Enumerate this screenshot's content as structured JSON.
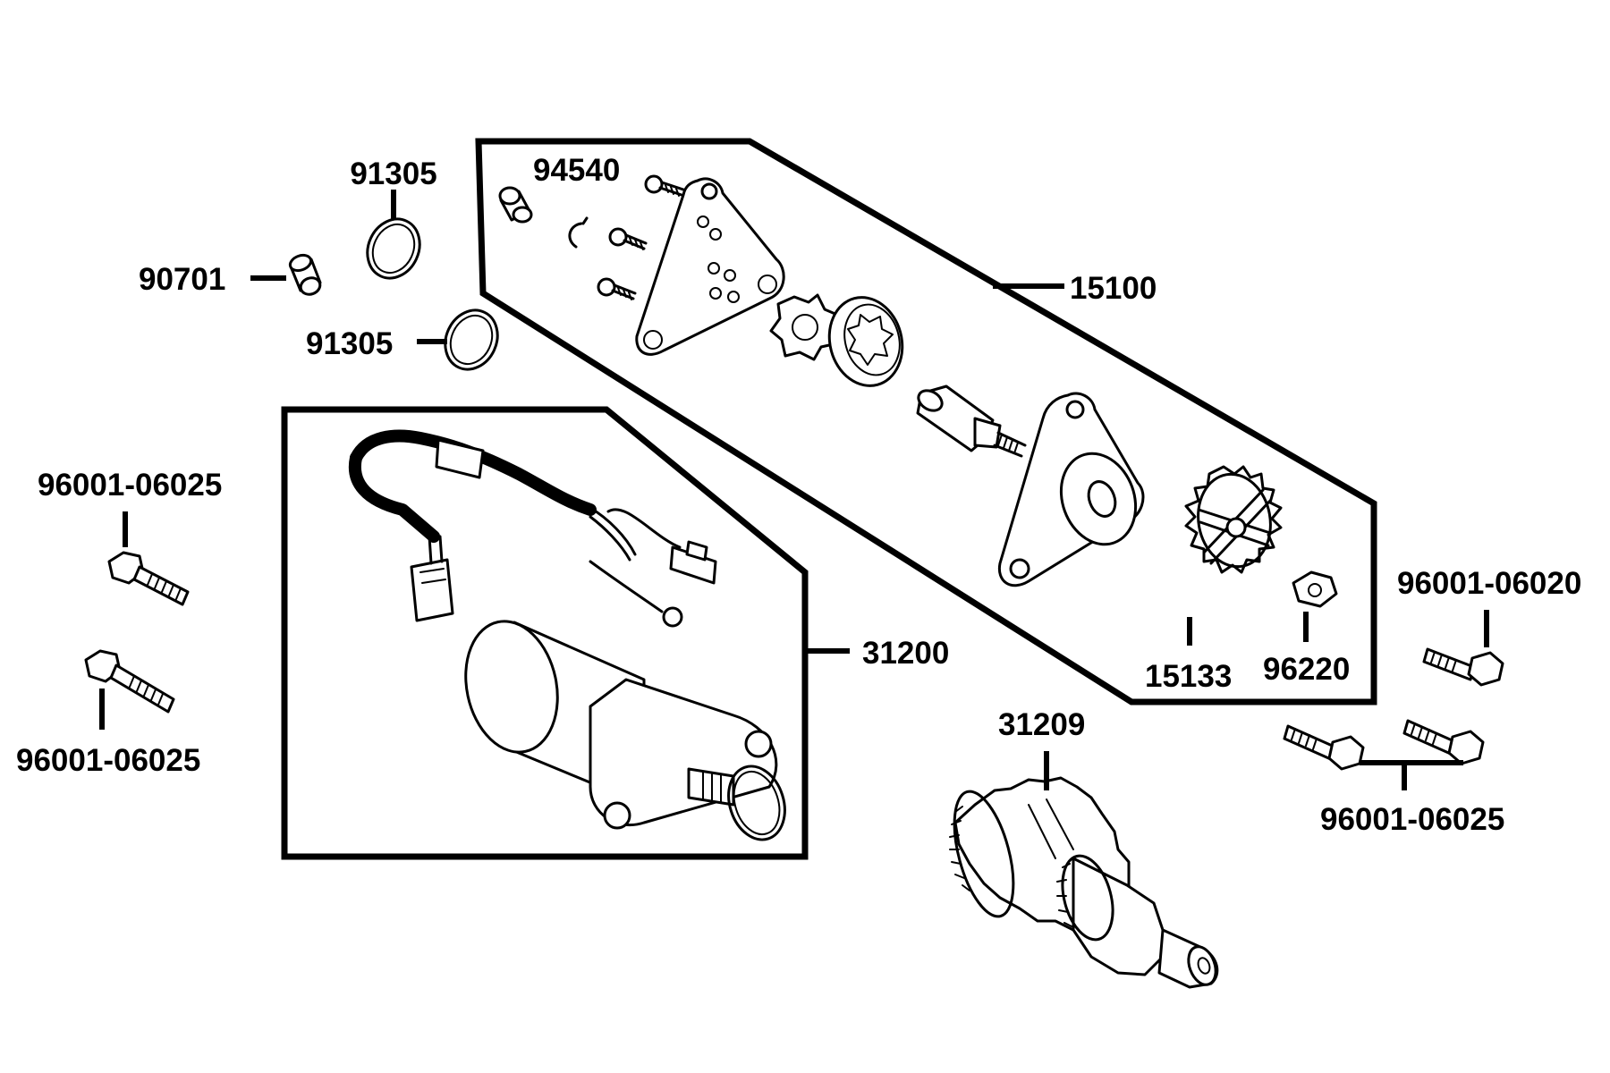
{
  "colors": {
    "ink": "#000000",
    "paper": "#ffffff"
  },
  "parts": {
    "ring_top": "91305",
    "ring_bottom": "91305",
    "cap": "90701",
    "clip": "94540",
    "gear_assembly": "15100",
    "starter_motor": "31200",
    "bolt_left_top": "96001-06025",
    "bolt_left_bottom": "96001-06025",
    "sprocket": "15133",
    "nut": "96220",
    "bolt_right": "96001-06020",
    "bolts_right_pair": "96001-06025",
    "starter_clutch": "31209"
  }
}
